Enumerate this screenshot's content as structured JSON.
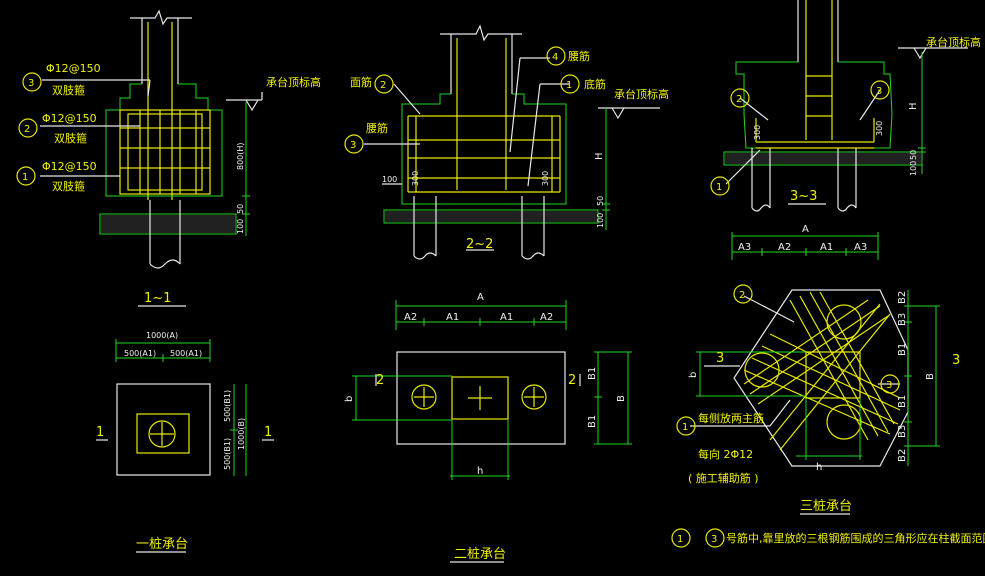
{
  "labels": {
    "bar_spec": "Φ12@150",
    "double_stirrup": "双肢箍",
    "cap_top_elev": "承台顶标高",
    "top_bar": "面筋",
    "waist_bar": "腰筋",
    "bottom_bar": "底筋",
    "side_bar": "每侧放两主筋",
    "each_dir": "每向 2Φ12",
    "assist_bar": "( 施工辅助筋 )",
    "note": "号筋中,靠里放的三根钢筋围成的三角形应在柱截面范围内",
    "dim_800": "800(H)",
    "dim_300": "300",
    "dim_100": "100",
    "dim_50": "50",
    "dim_H": "H",
    "dim_A": "A",
    "dim_A1": "A1",
    "dim_A2": "A2",
    "dim_A3": "A3",
    "dim_B": "B",
    "dim_B1": "B1",
    "dim_B2": "B2",
    "dim_B3": "B3",
    "dim_b": "b",
    "dim_h": "h",
    "dim_1000A": "1000(A)",
    "dim_500A1": "500(A1)",
    "dim_500B1": "500(B1)",
    "dim_1000B": "1000(B)"
  },
  "circles": {
    "c1": "1",
    "c2": "2",
    "c3": "3",
    "c4": "4"
  },
  "sections": {
    "s11": "1~1",
    "s22": "2~2",
    "s33": "3~3",
    "m1": "1",
    "m2": "2",
    "m3": "3"
  },
  "titles": {
    "one_pile": "一桩承台",
    "two_pile": "二桩承台",
    "three_pile": "三桩承台"
  }
}
